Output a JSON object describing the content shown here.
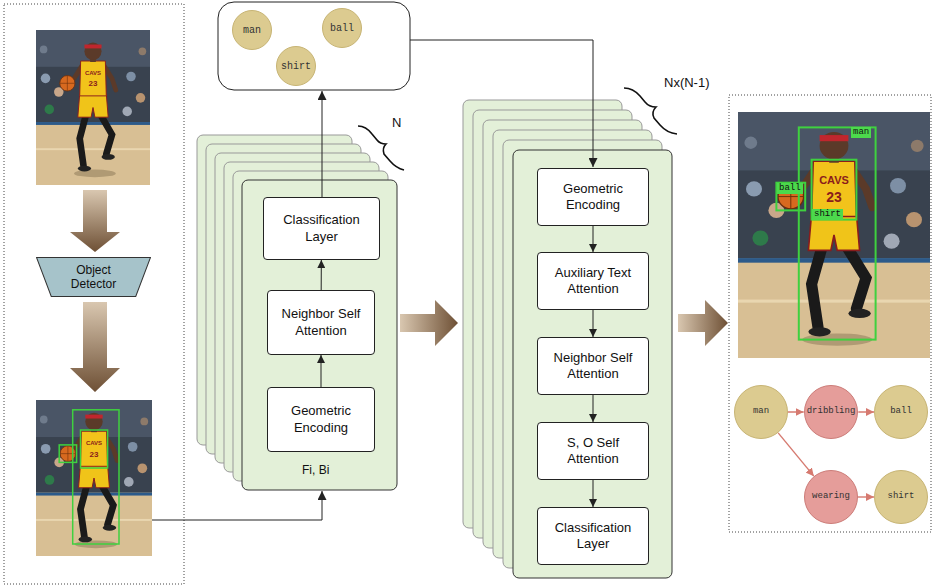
{
  "diagram": {
    "nodes": [
      {
        "text": [
          "Object Detector"
        ]
      },
      {
        "text": [
          "man"
        ]
      },
      {
        "text": [
          "ball"
        ]
      },
      {
        "text": [
          "shirt"
        ]
      },
      {
        "text": [
          "Classification Layer"
        ]
      },
      {
        "text": [
          "Neighbor Self Attention"
        ]
      },
      {
        "text": [
          "Geometric Encoding"
        ]
      },
      {
        "text": [
          "Geometric Encoding"
        ]
      },
      {
        "text": [
          "Auxiliary Text Attention"
        ]
      },
      {
        "text": [
          "Neighbor Self Attention"
        ]
      },
      {
        "text": [
          "S, O Self Attention"
        ]
      },
      {
        "text": [
          "Classification Layer"
        ]
      },
      {
        "text": [
          "man"
        ]
      },
      {
        "text": [
          "dribbling"
        ]
      },
      {
        "text": [
          "ball"
        ]
      },
      {
        "text": [
          "wearing"
        ]
      },
      {
        "text": [
          "shirt"
        ]
      }
    ],
    "edges": [
      {
        "from": 6,
        "to": 5,
        "arrow": "to"
      },
      {
        "from": 5,
        "to": 4,
        "arrow": "to"
      },
      {
        "from": 7,
        "to": 8,
        "arrow": "to"
      },
      {
        "from": 8,
        "to": 9,
        "arrow": "to"
      },
      {
        "from": 9,
        "to": 10,
        "arrow": "to"
      },
      {
        "from": 10,
        "to": 11,
        "arrow": "to"
      },
      {
        "from": 12,
        "to": 13,
        "arrow": "to"
      },
      {
        "from": 13,
        "to": 14,
        "arrow": "to"
      },
      {
        "from": 12,
        "to": 15,
        "arrow": "to"
      },
      {
        "from": 15,
        "to": 16,
        "arrow": "to"
      }
    ],
    "labels": [
      "CAVS",
      "23",
      "CAVS",
      "23",
      "Fi, Bi",
      "N",
      "Nx(N-1)",
      "man",
      "ball",
      "shirt",
      "CAVS",
      "23"
    ]
  }
}
